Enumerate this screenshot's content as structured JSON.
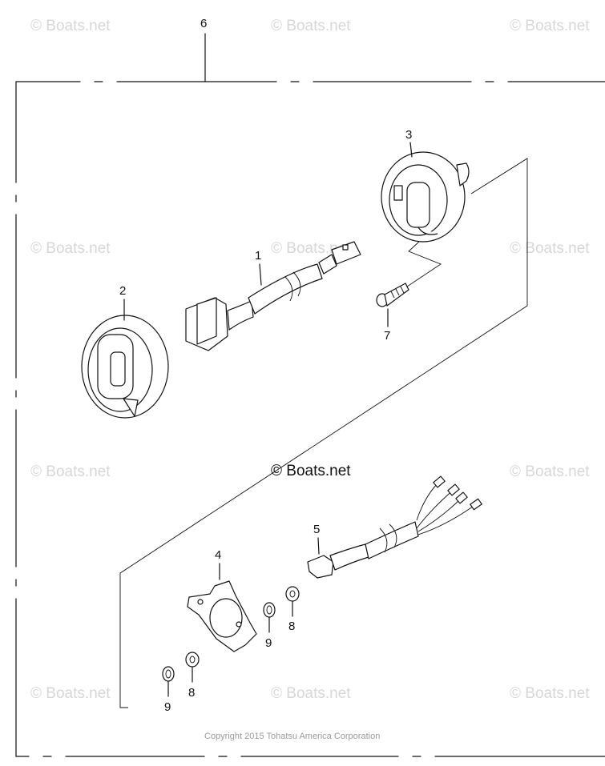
{
  "watermark": {
    "text": "© Boats.net",
    "center_text": "© Boats.net"
  },
  "callouts": {
    "c6": "6",
    "c3": "3",
    "c1": "1",
    "c2": "2",
    "c7": "7",
    "c5": "5",
    "c4": "4",
    "c8a": "8",
    "c9a": "9",
    "c8b": "8",
    "c9b": "9"
  },
  "copyright": "Copyright 2015 Tohatsu America Corporation",
  "colors": {
    "line": "#111111",
    "watermark": "#d7d7d7",
    "copyright": "#9a9a9a"
  }
}
